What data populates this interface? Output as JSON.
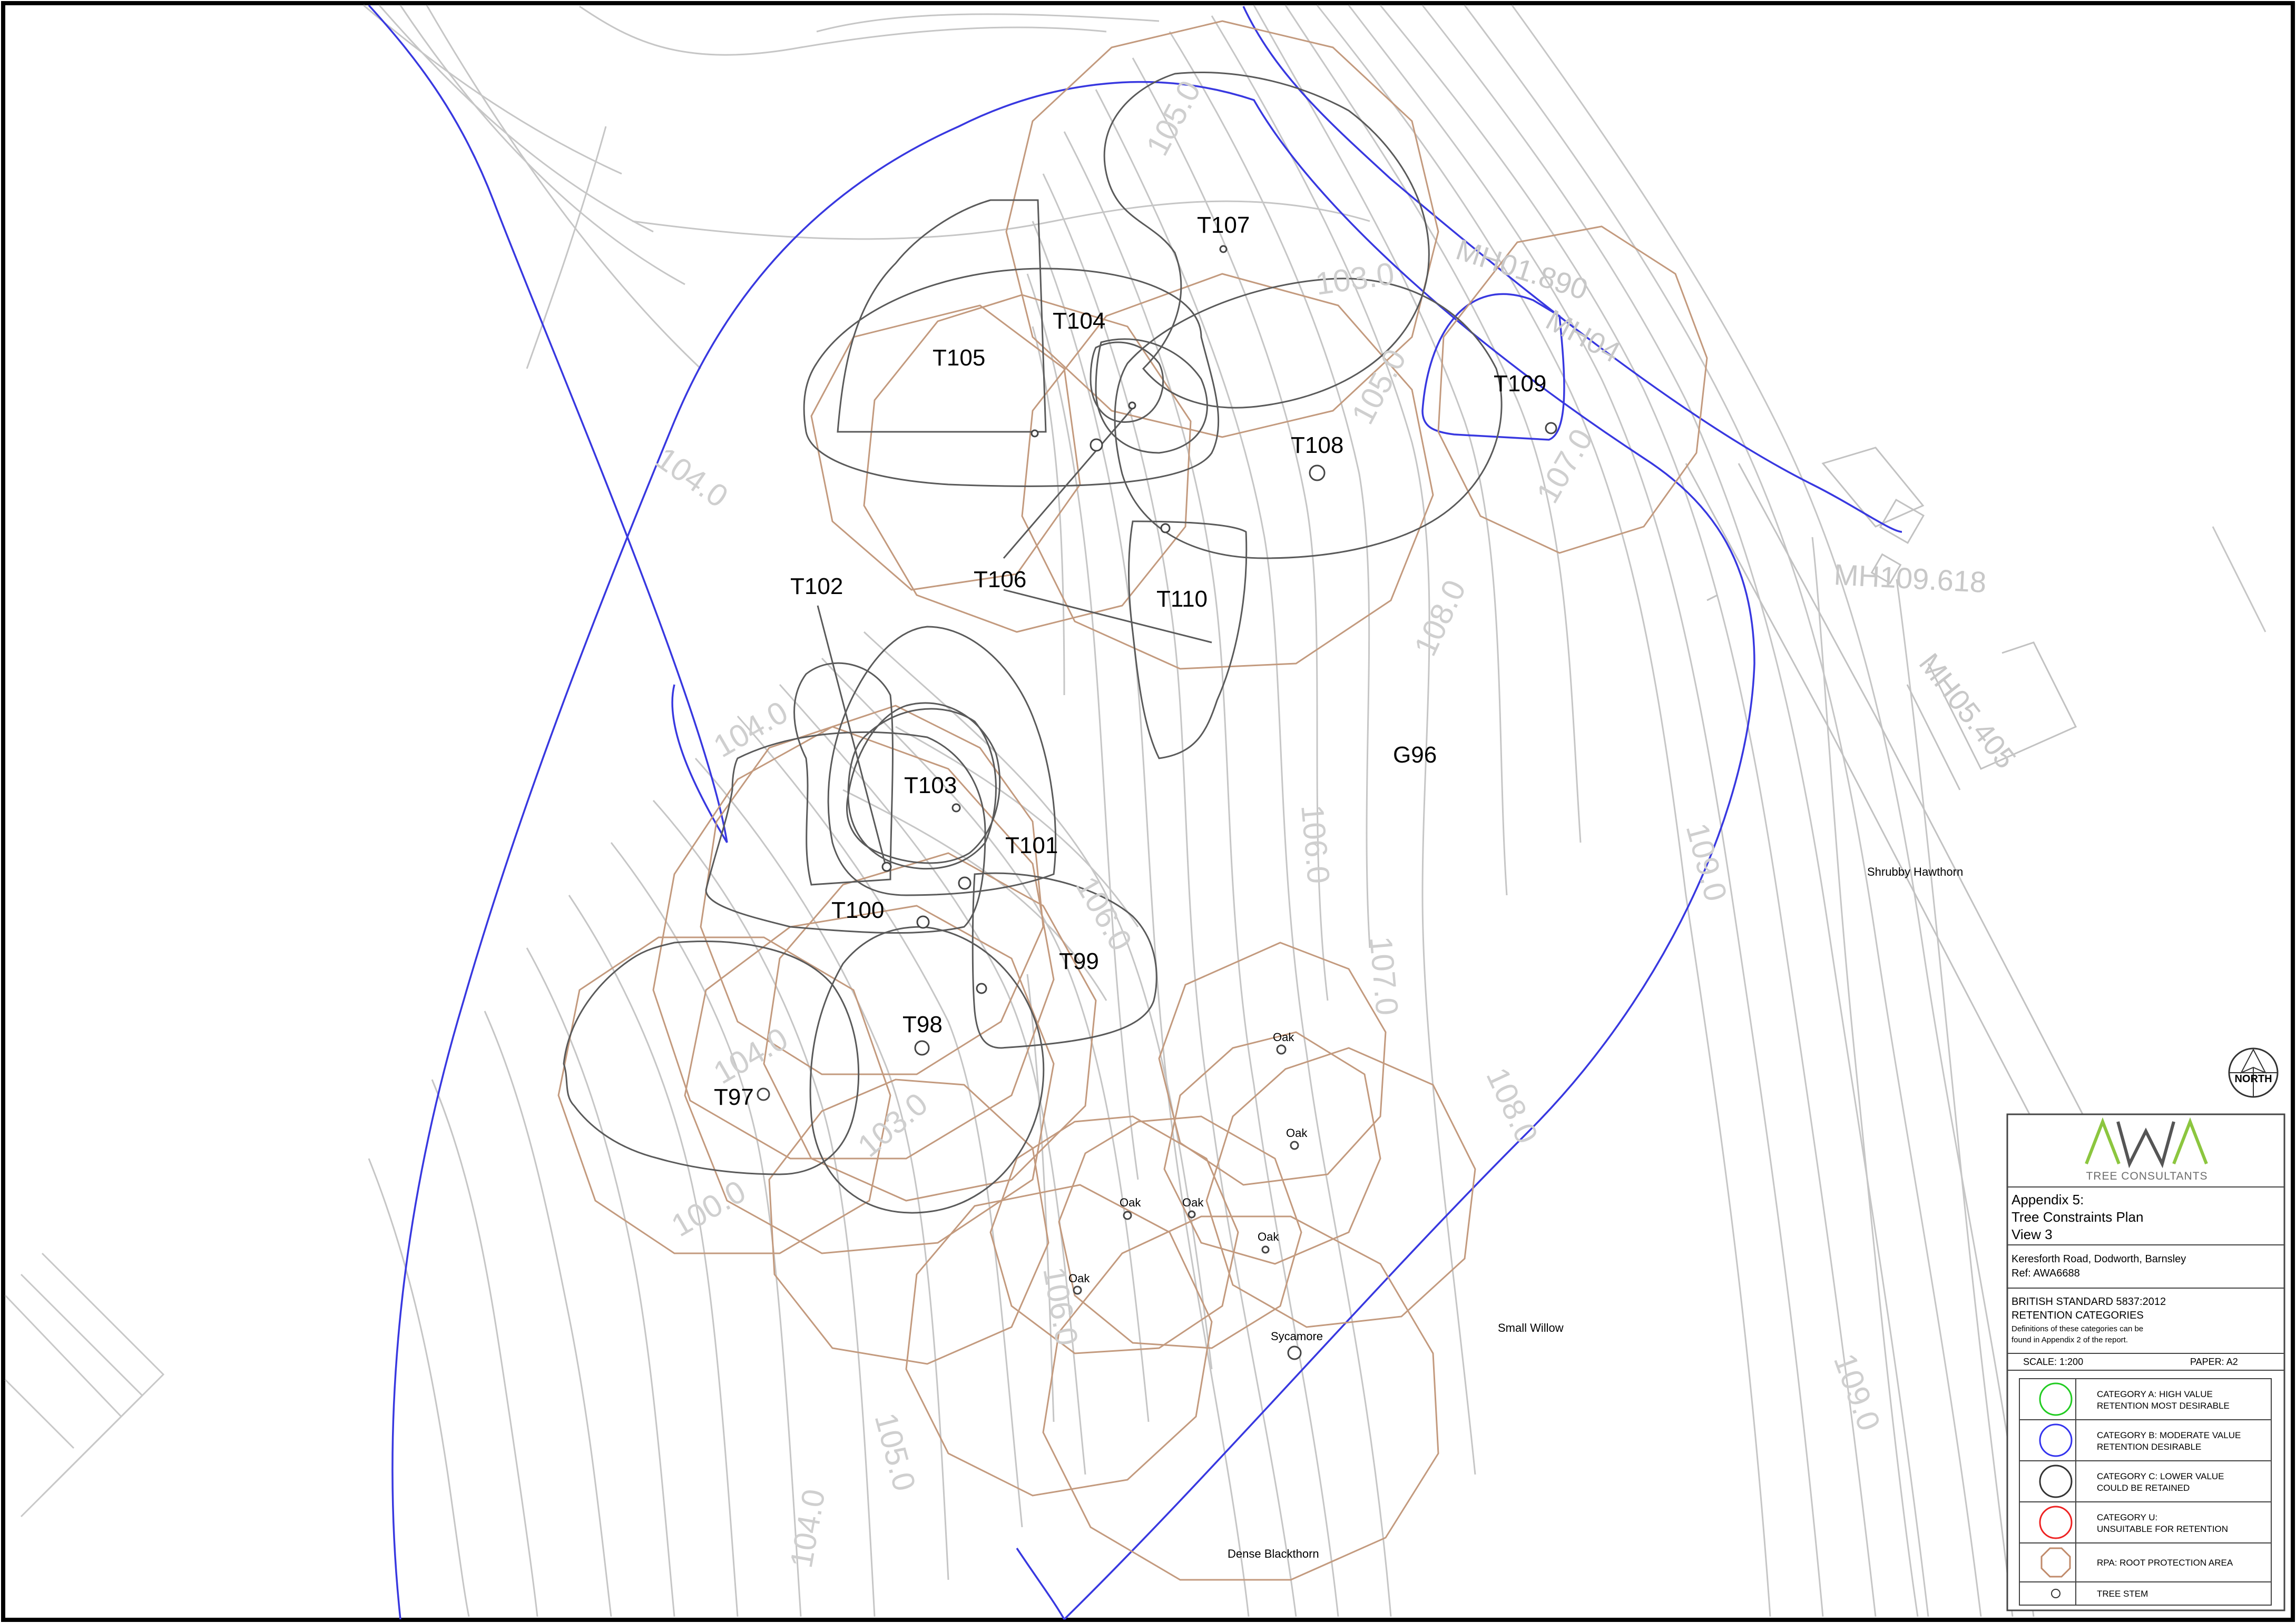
{
  "trees": [
    {
      "id": "T97"
    },
    {
      "id": "T98"
    },
    {
      "id": "T99"
    },
    {
      "id": "T100"
    },
    {
      "id": "T101"
    },
    {
      "id": "T102"
    },
    {
      "id": "T103"
    },
    {
      "id": "T104"
    },
    {
      "id": "T105"
    },
    {
      "id": "T106"
    },
    {
      "id": "T107"
    },
    {
      "id": "T108"
    },
    {
      "id": "T109"
    },
    {
      "id": "T110"
    },
    {
      "id": "G96"
    }
  ],
  "small_trees": [
    "Oak",
    "Oak",
    "Oak",
    "Oak",
    "Oak",
    "Oak",
    "Sycamore"
  ],
  "vegetation_notes": [
    "Shrubby Hawthorn",
    "Small Willow",
    "Dense Blackthorn"
  ],
  "contour_labels": [
    "105.0",
    "103.0",
    "105.0",
    "104.0",
    "104.0",
    "108.0",
    "107.0",
    "106.0",
    "107.0",
    "109.0",
    "109.0",
    "108.0",
    "105.0",
    "104.0",
    "106.0",
    "100.0",
    "104.0",
    "103.0",
    "106.0"
  ],
  "survey_labels": {
    "mh1": "MH01.890",
    "mh2": "MH04",
    "mh3": "MH109.618",
    "mh4": "MH05.405"
  },
  "north_arrow": {
    "label": "NORTH"
  },
  "title_block": {
    "logo": {
      "text": "AWA",
      "subtitle": "TREE CONSULTANTS"
    },
    "title_lines": [
      "Appendix 5:",
      "Tree Constraints Plan",
      "View 3"
    ],
    "site_lines": [
      "Keresforth Road, Dodworth, Barnsley",
      "Ref: AWA6688"
    ],
    "standard_lines": [
      "BRITISH STANDARD 5837:2012",
      "RETENTION CATEGORIES"
    ],
    "note_lines": [
      "Definitions of these categories can be",
      "found in Appendix 2 of the report."
    ],
    "scale": "SCALE: 1:200",
    "paper": "PAPER: A2"
  },
  "legend": [
    {
      "line1": "CATEGORY A: HIGH VALUE",
      "line2": "RETENTION MOST DESIRABLE",
      "color": "#22cc22",
      "symbol": "circle"
    },
    {
      "line1": "CATEGORY B: MODERATE VALUE",
      "line2": "RETENTION DESIRABLE",
      "color": "#3333ee",
      "symbol": "circle"
    },
    {
      "line1": "CATEGORY C: LOWER VALUE",
      "line2": "COULD BE RETAINED",
      "color": "#333333",
      "symbol": "circle"
    },
    {
      "line1": "CATEGORY U:",
      "line2": "UNSUITABLE FOR RETENTION",
      "color": "#ee2222",
      "symbol": "circle"
    },
    {
      "line1": "RPA: ROOT PROTECTION AREA",
      "line2": "",
      "color": "#c08a6a",
      "symbol": "octagon"
    },
    {
      "line1": "TREE STEM",
      "line2": "",
      "color": "#333333",
      "symbol": "stem"
    }
  ],
  "colors": {
    "category_b": "#3333ee",
    "category_c": "#444444",
    "rpa": "#c39a7e",
    "contour": "#bdbdbd",
    "logo_green": "#8cc63f",
    "logo_grey": "#555555"
  }
}
